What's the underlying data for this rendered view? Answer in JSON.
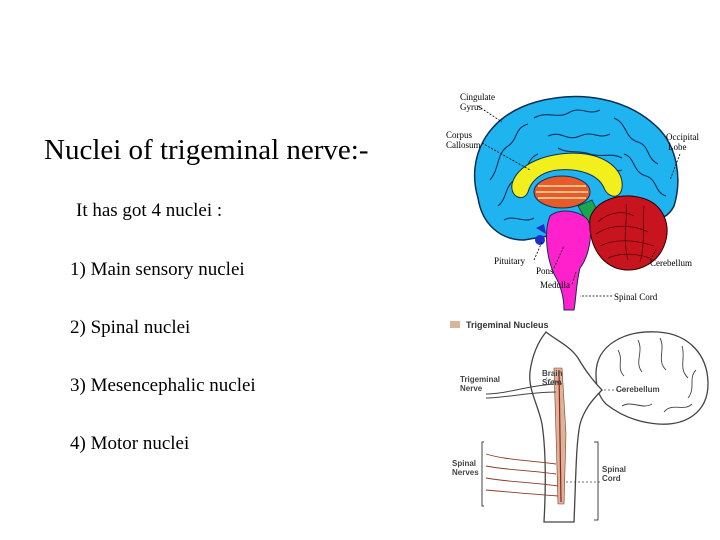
{
  "slide": {
    "title": "Nuclei of trigeminal nerve:-",
    "intro": "It has got 4 nuclei :",
    "nuclei": [
      "1) Main sensory nuclei",
      "2) Spinal nuclei",
      "3) Mesencephalic nuclei",
      "4) Motor nuclei"
    ]
  },
  "brain_diagram": {
    "labels": {
      "cingulate": [
        "Cingulate",
        "Gyrus"
      ],
      "corpus": [
        "Corpus",
        "Callosum"
      ],
      "occipital": [
        "Occipital",
        "Lobe"
      ],
      "pituitary": "Pituitary",
      "pons": "Pons",
      "medulla": "Medulla",
      "cerebellum": "Cerebellum",
      "spinal_cord": "Spinal Cord"
    },
    "colors": {
      "cortex": "#1fb4f0",
      "corpus_callosum": "#f2ef1c",
      "thalamus": "#e85a2a",
      "brainstem": "#ff22cc",
      "cerebellum": "#c8141e",
      "green": "#1aa64a",
      "blue": "#1c2fc8"
    }
  },
  "trigeminal_diagram": {
    "legend": "Trigeminal Nucleus",
    "legend_color": "#d9b59a",
    "labels": {
      "brain_stem": [
        "Brain",
        "Stem"
      ],
      "trigeminal_nerve": [
        "Trigeminal",
        "Nerve"
      ],
      "cerebellum": "Cerebellum",
      "spinal_nerves": [
        "Spinal",
        "Nerves"
      ],
      "spinal_cord": [
        "Spinal",
        "Cord"
      ]
    }
  }
}
